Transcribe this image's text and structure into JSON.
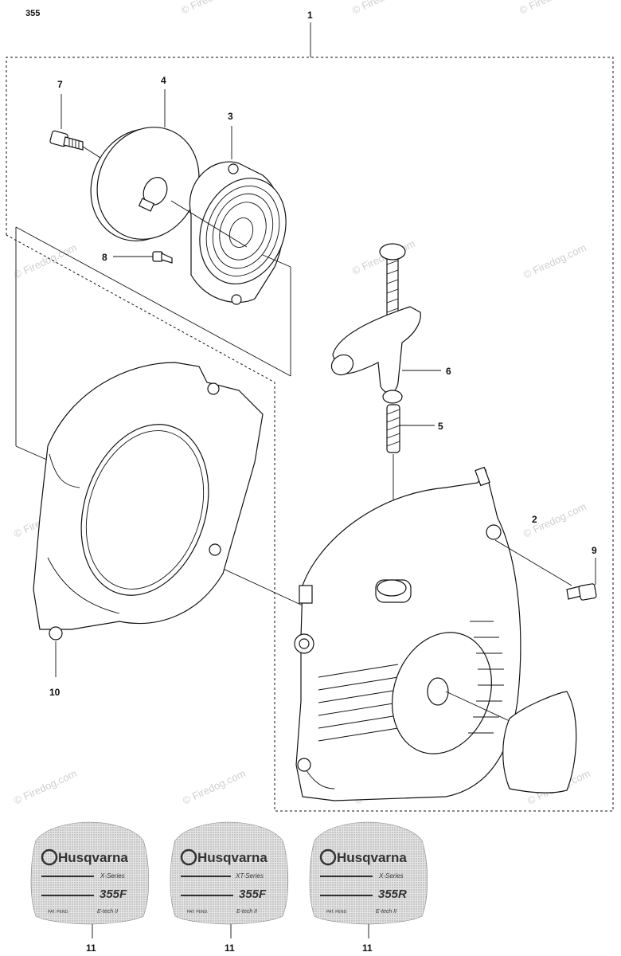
{
  "page_id": "355",
  "watermark": "© Firedog.com",
  "callouts": {
    "assembly": "1",
    "starter_cover": "2",
    "spring_cassette": "3",
    "pulley": "4",
    "rope": "5",
    "handle": "6",
    "screw_top": "7",
    "screw_mid": "8",
    "screw_side": "9",
    "fan_housing": "10",
    "decal": "11"
  },
  "decals": [
    {
      "brand": "Husqvarna",
      "series": "X-Series",
      "model": "355F",
      "tag": "E-tech II",
      "small": "PAT. PEND."
    },
    {
      "brand": "Husqvarna",
      "series": "XT-Series",
      "model": "355F",
      "tag": "E-tech II",
      "small": "PAT. PEND."
    },
    {
      "brand": "Husqvarna",
      "series": "X-Series",
      "model": "355R",
      "tag": "E-tech II",
      "small": "PAT. PEND."
    }
  ]
}
